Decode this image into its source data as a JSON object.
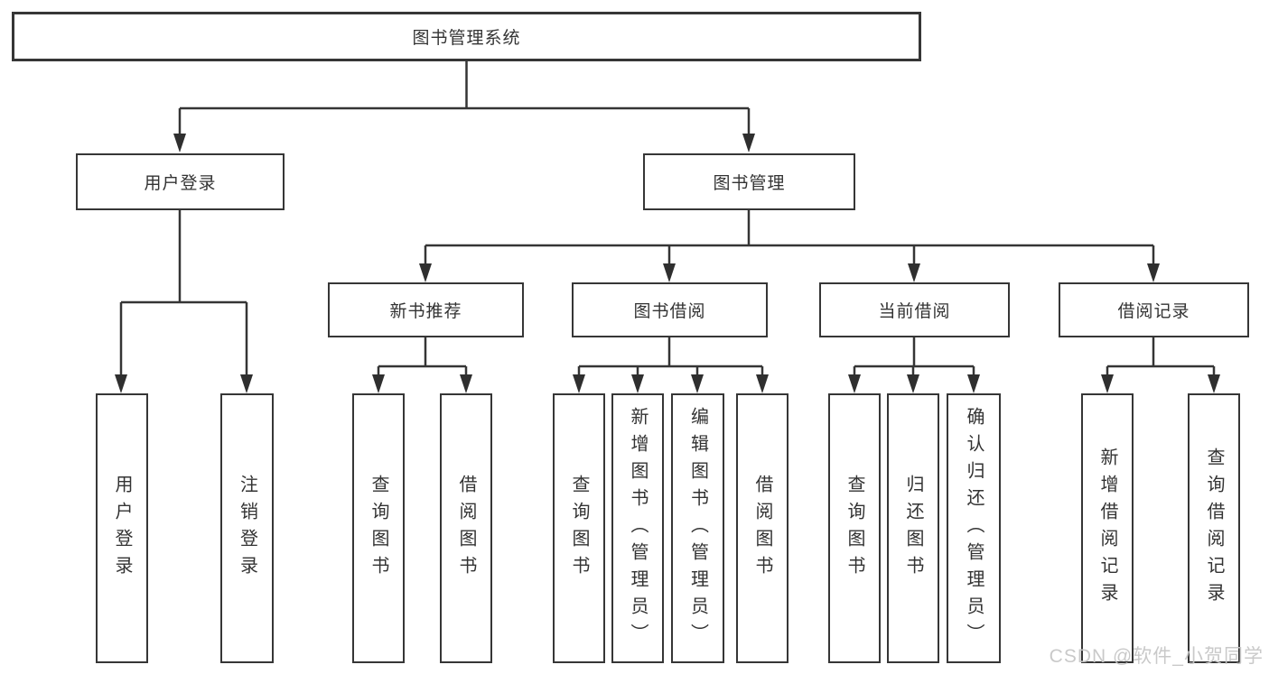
{
  "diagram": {
    "title": "图书管理系统",
    "level2": {
      "user_login": "用户登录",
      "book_management": "图书管理"
    },
    "level3": {
      "new_book_recommend": "新书推荐",
      "book_borrow": "图书借阅",
      "current_borrow": "当前借阅",
      "borrow_record": "借阅记录"
    },
    "leaves": {
      "user_login": "用户登录",
      "logout": "注销登录",
      "recommend_query_book": "查询图书",
      "recommend_borrow_book": "借阅图书",
      "borrow_query_book": "查询图书",
      "borrow_add_book": "新增图书（管理员）",
      "borrow_edit_book": "编辑图书（管理员）",
      "borrow_borrow_book": "借阅图书",
      "current_query_book": "查询图书",
      "current_return_book": "归还图书",
      "current_confirm_return": "确认归还（管理员）",
      "record_add": "新增借阅记录",
      "record_query": "查询借阅记录"
    }
  },
  "watermark": "CSDN @软件_小贺同学",
  "colors": {
    "line": "#353535",
    "text": "#333333",
    "background": "#ffffff",
    "watermark": "#c7c7c7"
  }
}
